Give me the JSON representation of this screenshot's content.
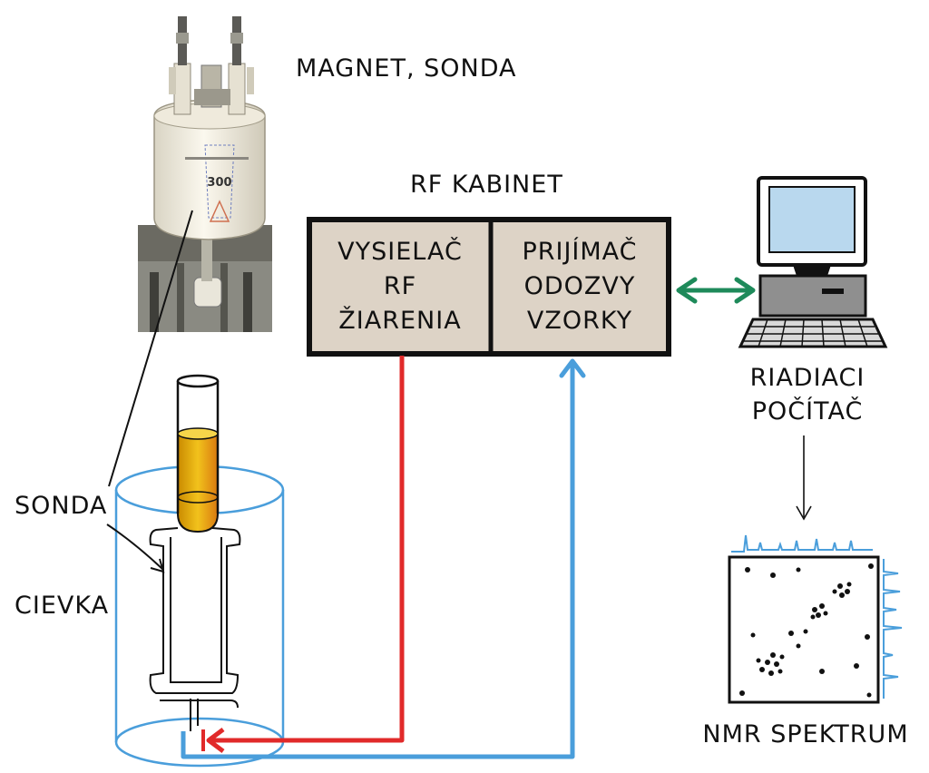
{
  "labels": {
    "magnet": "MAGNET, SONDA",
    "cabinet": "RF KABINET",
    "transmitter": [
      "VYSIELAČ",
      "RF",
      "ŽIARENIA"
    ],
    "receiver": [
      "PRIJÍMAČ",
      "ODOZVY",
      "VZORKY"
    ],
    "computer": [
      "RIADIACI",
      "POČÍTAČ"
    ],
    "probe": "SONDA",
    "coil": "CIEVKA",
    "spectrum": "NMR SPEKTRUM",
    "magnet_model": "300"
  },
  "colors": {
    "transmit_line": "#e12a2a",
    "receive_line": "#4a9edb",
    "computer_link": "#1e8a5a",
    "cabinet_fill": "#ddd3c6",
    "sample_liquid": "#e5a300"
  },
  "icons": [
    "nmr-magnet-photo",
    "computer-icon",
    "probe-cylinder",
    "sample-tube",
    "nmr-spectrum-plot"
  ]
}
